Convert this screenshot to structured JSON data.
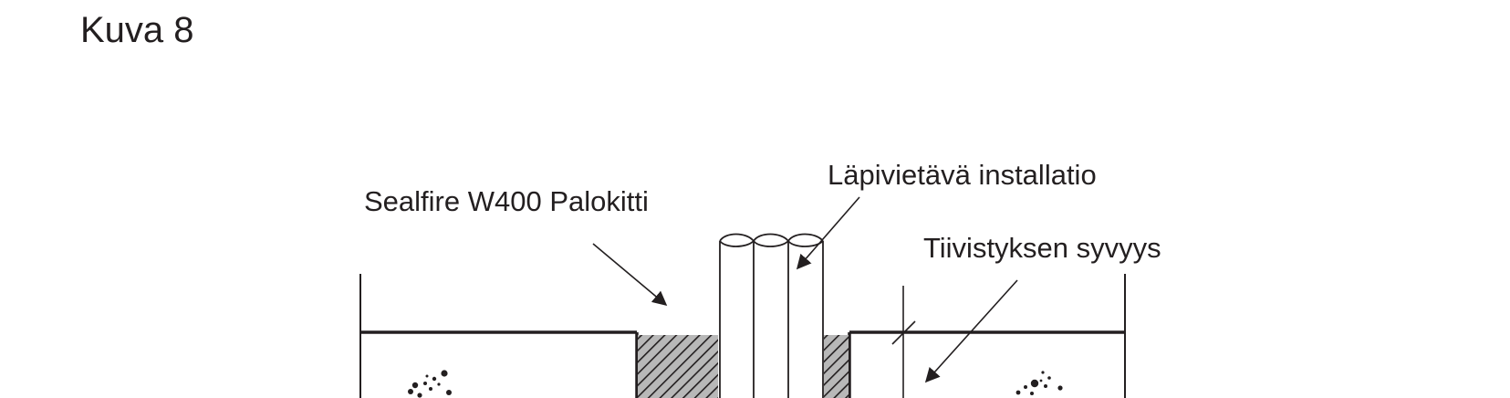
{
  "figure": {
    "title": "Kuva 8"
  },
  "labels": {
    "sealant": "Sealfire W400 Palokitti",
    "installation": "Läpivietävä installatio",
    "seal_depth": "Tiivistyksen syvyys"
  },
  "colors": {
    "line": "#231f20",
    "hatch_fill": "#b8b8b8",
    "background": "#ffffff"
  }
}
